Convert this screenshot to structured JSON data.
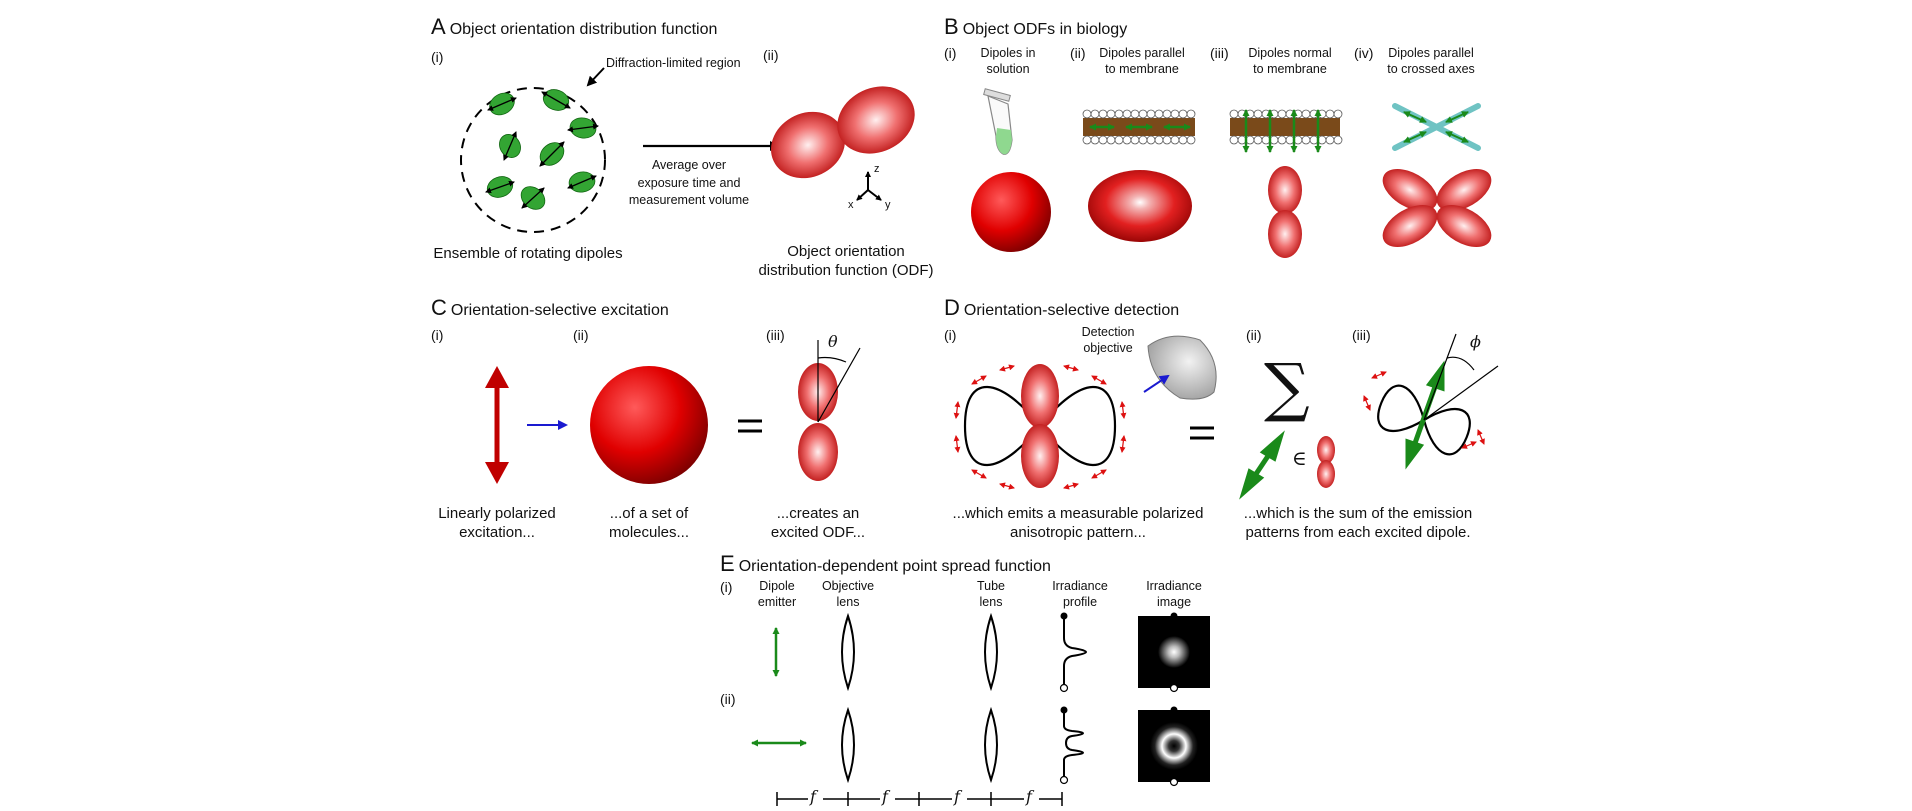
{
  "panelA": {
    "letter": "A",
    "title": "Object orientation distribution function",
    "sub_i": "(i)",
    "sub_ii": "(ii)",
    "region_label": "Diffraction-limited region",
    "arrow_text": [
      "Average over",
      "exposure time and",
      "measurement volume"
    ],
    "caption_i": "Ensemble of rotating dipoles",
    "caption_ii": [
      "Object orientation",
      "distribution function (ODF)"
    ],
    "axes": {
      "z": "z",
      "x": "x",
      "y": "y"
    }
  },
  "panelB": {
    "letter": "B",
    "title": "Object ODFs in biology",
    "items": [
      {
        "num": "(i)",
        "label": [
          "Dipoles in",
          "solution"
        ]
      },
      {
        "num": "(ii)",
        "label": [
          "Dipoles parallel",
          "to membrane"
        ]
      },
      {
        "num": "(iii)",
        "label": [
          "Dipoles normal",
          "to membrane"
        ]
      },
      {
        "num": "(iv)",
        "label": [
          "Dipoles parallel",
          "to crossed axes"
        ]
      }
    ]
  },
  "panelC": {
    "letter": "C",
    "title": "Orientation-selective excitation",
    "sub_i": "(i)",
    "sub_ii": "(ii)",
    "sub_iii": "(iii)",
    "theta": "θ",
    "caption_i": [
      "Linearly polarized",
      "excitation..."
    ],
    "caption_ii": [
      "...of a set of",
      "molecules..."
    ],
    "caption_iii": [
      "...creates an",
      "excited ODF..."
    ]
  },
  "panelD": {
    "letter": "D",
    "title": "Orientation-selective detection",
    "sub_i": "(i)",
    "sub_ii": "(ii)",
    "sub_iii": "(iii)",
    "objective_label": [
      "Detection",
      "objective"
    ],
    "phi": "ϕ",
    "sum_symbol": "∑",
    "in_symbol": "∈",
    "caption_i": [
      "...which emits a measurable polarized",
      "anisotropic pattern..."
    ],
    "caption_ii": [
      "...which is the sum of the emission",
      "patterns from each excited dipole."
    ]
  },
  "panelE": {
    "letter": "E",
    "title": "Orientation-dependent point spread function",
    "sub_i": "(i)",
    "sub_ii": "(ii)",
    "col_dipole": [
      "Dipole",
      "emitter"
    ],
    "col_objective": [
      "Objective",
      "lens"
    ],
    "col_tube": [
      "Tube",
      "lens"
    ],
    "col_profile": [
      "Irradiance",
      "profile"
    ],
    "col_image": [
      "Irradiance",
      "image"
    ],
    "focal_labels": [
      "f",
      "f",
      "f",
      "f"
    ]
  },
  "equals": "="
}
